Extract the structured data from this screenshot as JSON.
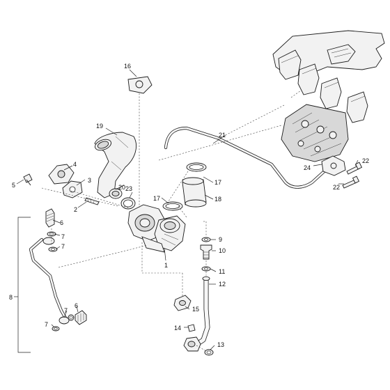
{
  "callouts": {
    "c1": "1",
    "c2": "2",
    "c3": "3",
    "c4": "4",
    "c5": "5",
    "c6a": "6",
    "c6b": "6",
    "c7a": "7",
    "c7b": "7",
    "c7c": "7",
    "c7d": "7",
    "c8": "8",
    "c9": "9",
    "c10": "10",
    "c11": "11",
    "c12": "12",
    "c13": "13",
    "c14": "14",
    "c15": "15",
    "c16": "16",
    "c17a": "17",
    "c17b": "17",
    "c18": "18",
    "c19": "19",
    "c20": "20",
    "c21": "21",
    "c22a": "22",
    "c22b": "22",
    "c23": "23",
    "c24": "24"
  }
}
